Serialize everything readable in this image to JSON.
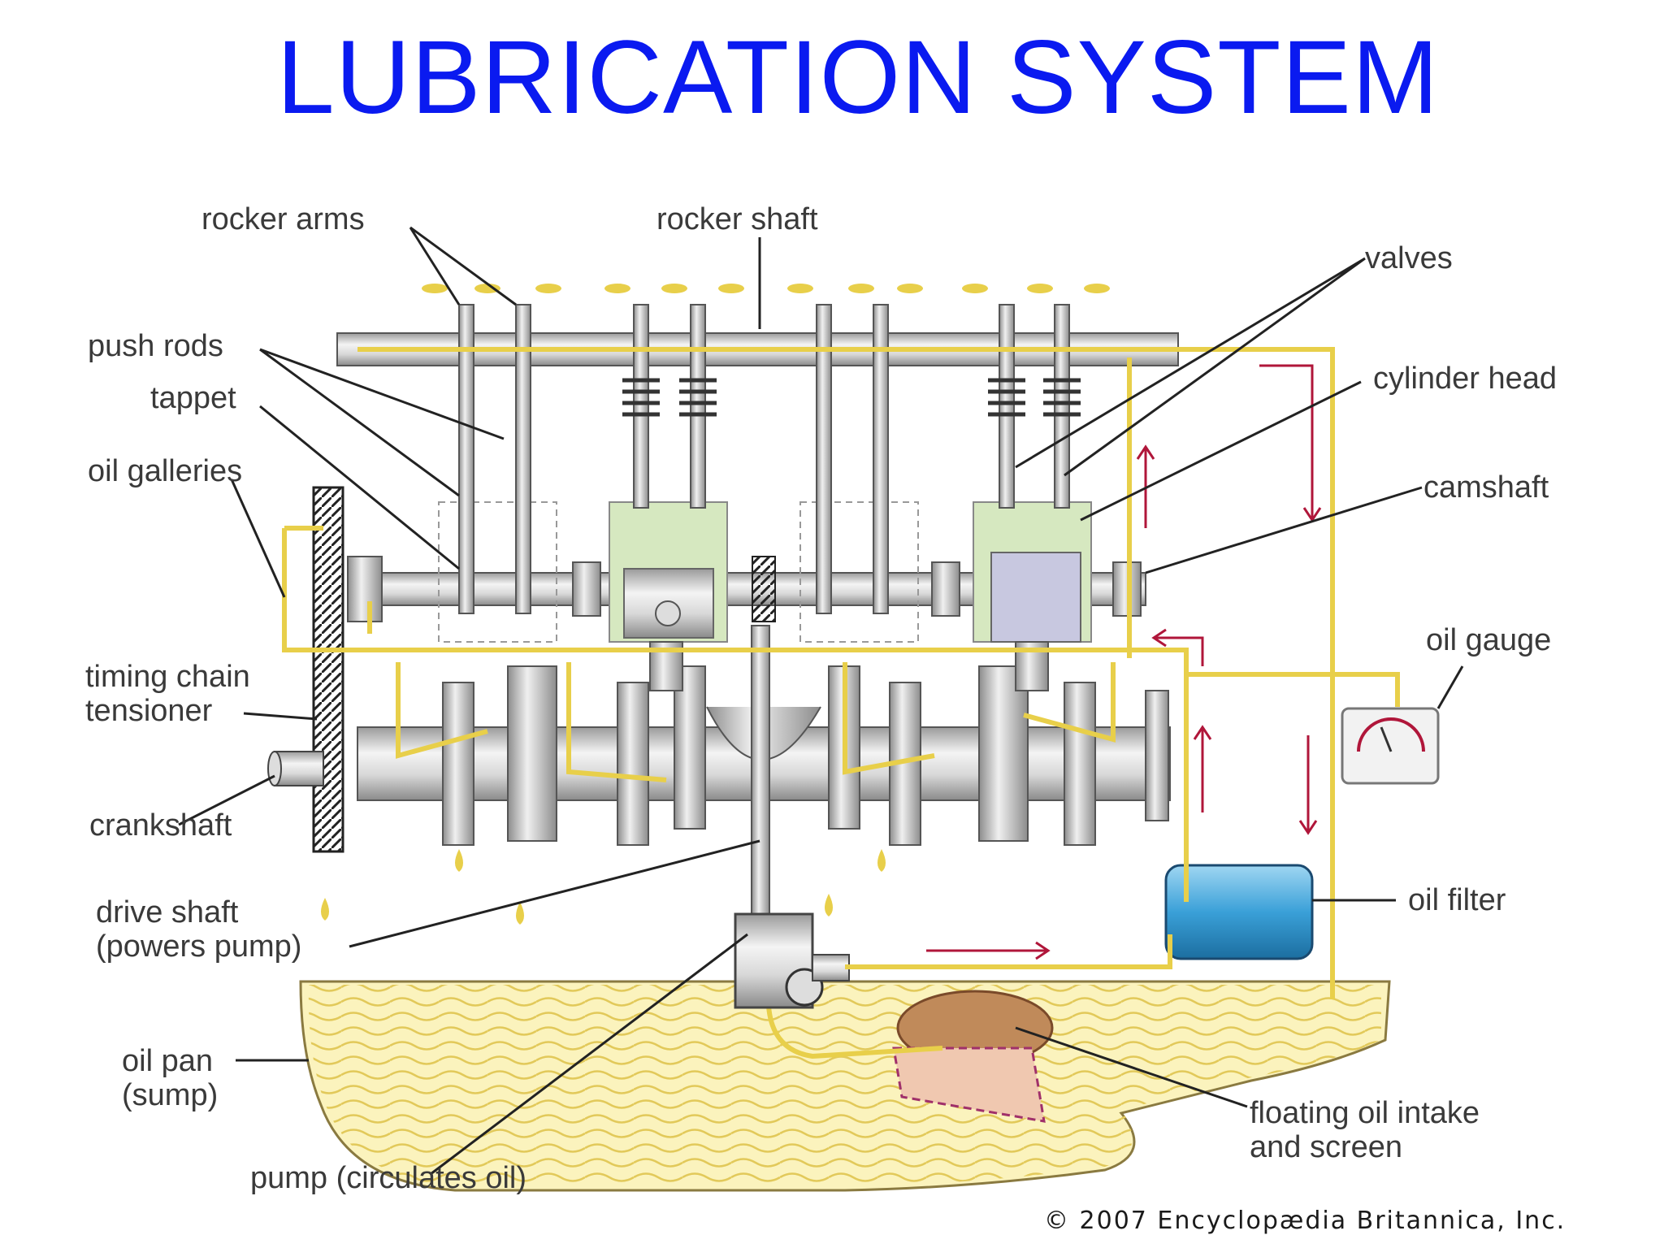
{
  "title": "LUBRICATION SYSTEM",
  "labels": {
    "rocker_arms": "rocker arms",
    "rocker_shaft": "rocker shaft",
    "valves": "valves",
    "push_rods": "push rods",
    "tappet": "tappet",
    "cylinder_head": "cylinder head",
    "oil_galleries": "oil galleries",
    "camshaft": "camshaft",
    "oil_gauge": "oil gauge",
    "timing_chain_line1": "timing chain",
    "timing_chain_line2": "tensioner",
    "crankshaft": "crankshaft",
    "oil_filter": "oil filter",
    "drive_shaft_line1": "drive shaft",
    "drive_shaft_line2": "(powers pump)",
    "oil_pan_line1": "oil pan",
    "oil_pan_line2": "(sump)",
    "intake_line1": "floating oil intake",
    "intake_line2": "and screen",
    "pump": "pump (circulates oil)"
  },
  "copyright": "© 2007 Encyclopædia Britannica, Inc.",
  "colors": {
    "title": "#0a1af0",
    "oil": "#e8cf4a",
    "oil_pan_fill": "#fbf3bd",
    "flow_arrows": "#b0163a",
    "metal": "#c9c9c9",
    "filter": "#3aa0d8",
    "cylinder": "#d6e8c0"
  }
}
